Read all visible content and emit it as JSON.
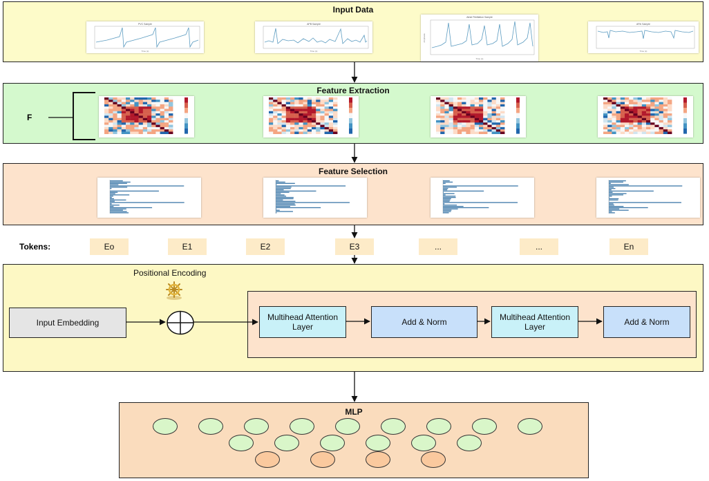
{
  "input_panel": {
    "title": "Input Data",
    "samples": [
      {
        "title": "PVC Sample",
        "xlabel": "Time (s)"
      },
      {
        "title": "APB Sample",
        "xlabel": "Time (s)"
      },
      {
        "title": "Atrial Fibrillation Sample",
        "xlabel": "Time (s)",
        "ylabel": "Amplitude"
      },
      {
        "title": "AFib Sample",
        "xlabel": "Time (s)"
      }
    ]
  },
  "feature_extraction": {
    "title": "Feature Extraction",
    "bracket_label": "F"
  },
  "feature_selection": {
    "title": "Feature Selection"
  },
  "tokens": {
    "label": "Tokens:",
    "items": [
      "Eo",
      "E1",
      "E2",
      "E3",
      "...",
      "...",
      "En"
    ]
  },
  "encoder": {
    "positional_label": "Positional Encoding",
    "input_embedding": "Input Embedding",
    "blocks": [
      "Multihead Attention Layer",
      "Add & Norm",
      "Multihead Attention Layer",
      "Add & Norm"
    ]
  },
  "mlp": {
    "title": "MLP",
    "rows": [
      9,
      6,
      4
    ]
  },
  "colors": {
    "input_bg": "#fdfbc9",
    "feature_extraction_bg": "#d4f9cd",
    "feature_selection_bg": "#fde3cc",
    "encoder_bg": "#fdf8c4",
    "inner_bg": "#fde3cc",
    "attention": "#c9f1f8",
    "addnorm": "#c8e0fa",
    "embedding": "#e5e5e5",
    "token": "#fdebc8",
    "mlp_bg": "#fadcbd",
    "node_green": "#d9f6c9",
    "node_orange": "#fac99e",
    "signal": "#5b9bc0"
  },
  "icons": {
    "positional": "ship-wheel-icon",
    "add": "circle-plus-icon"
  }
}
